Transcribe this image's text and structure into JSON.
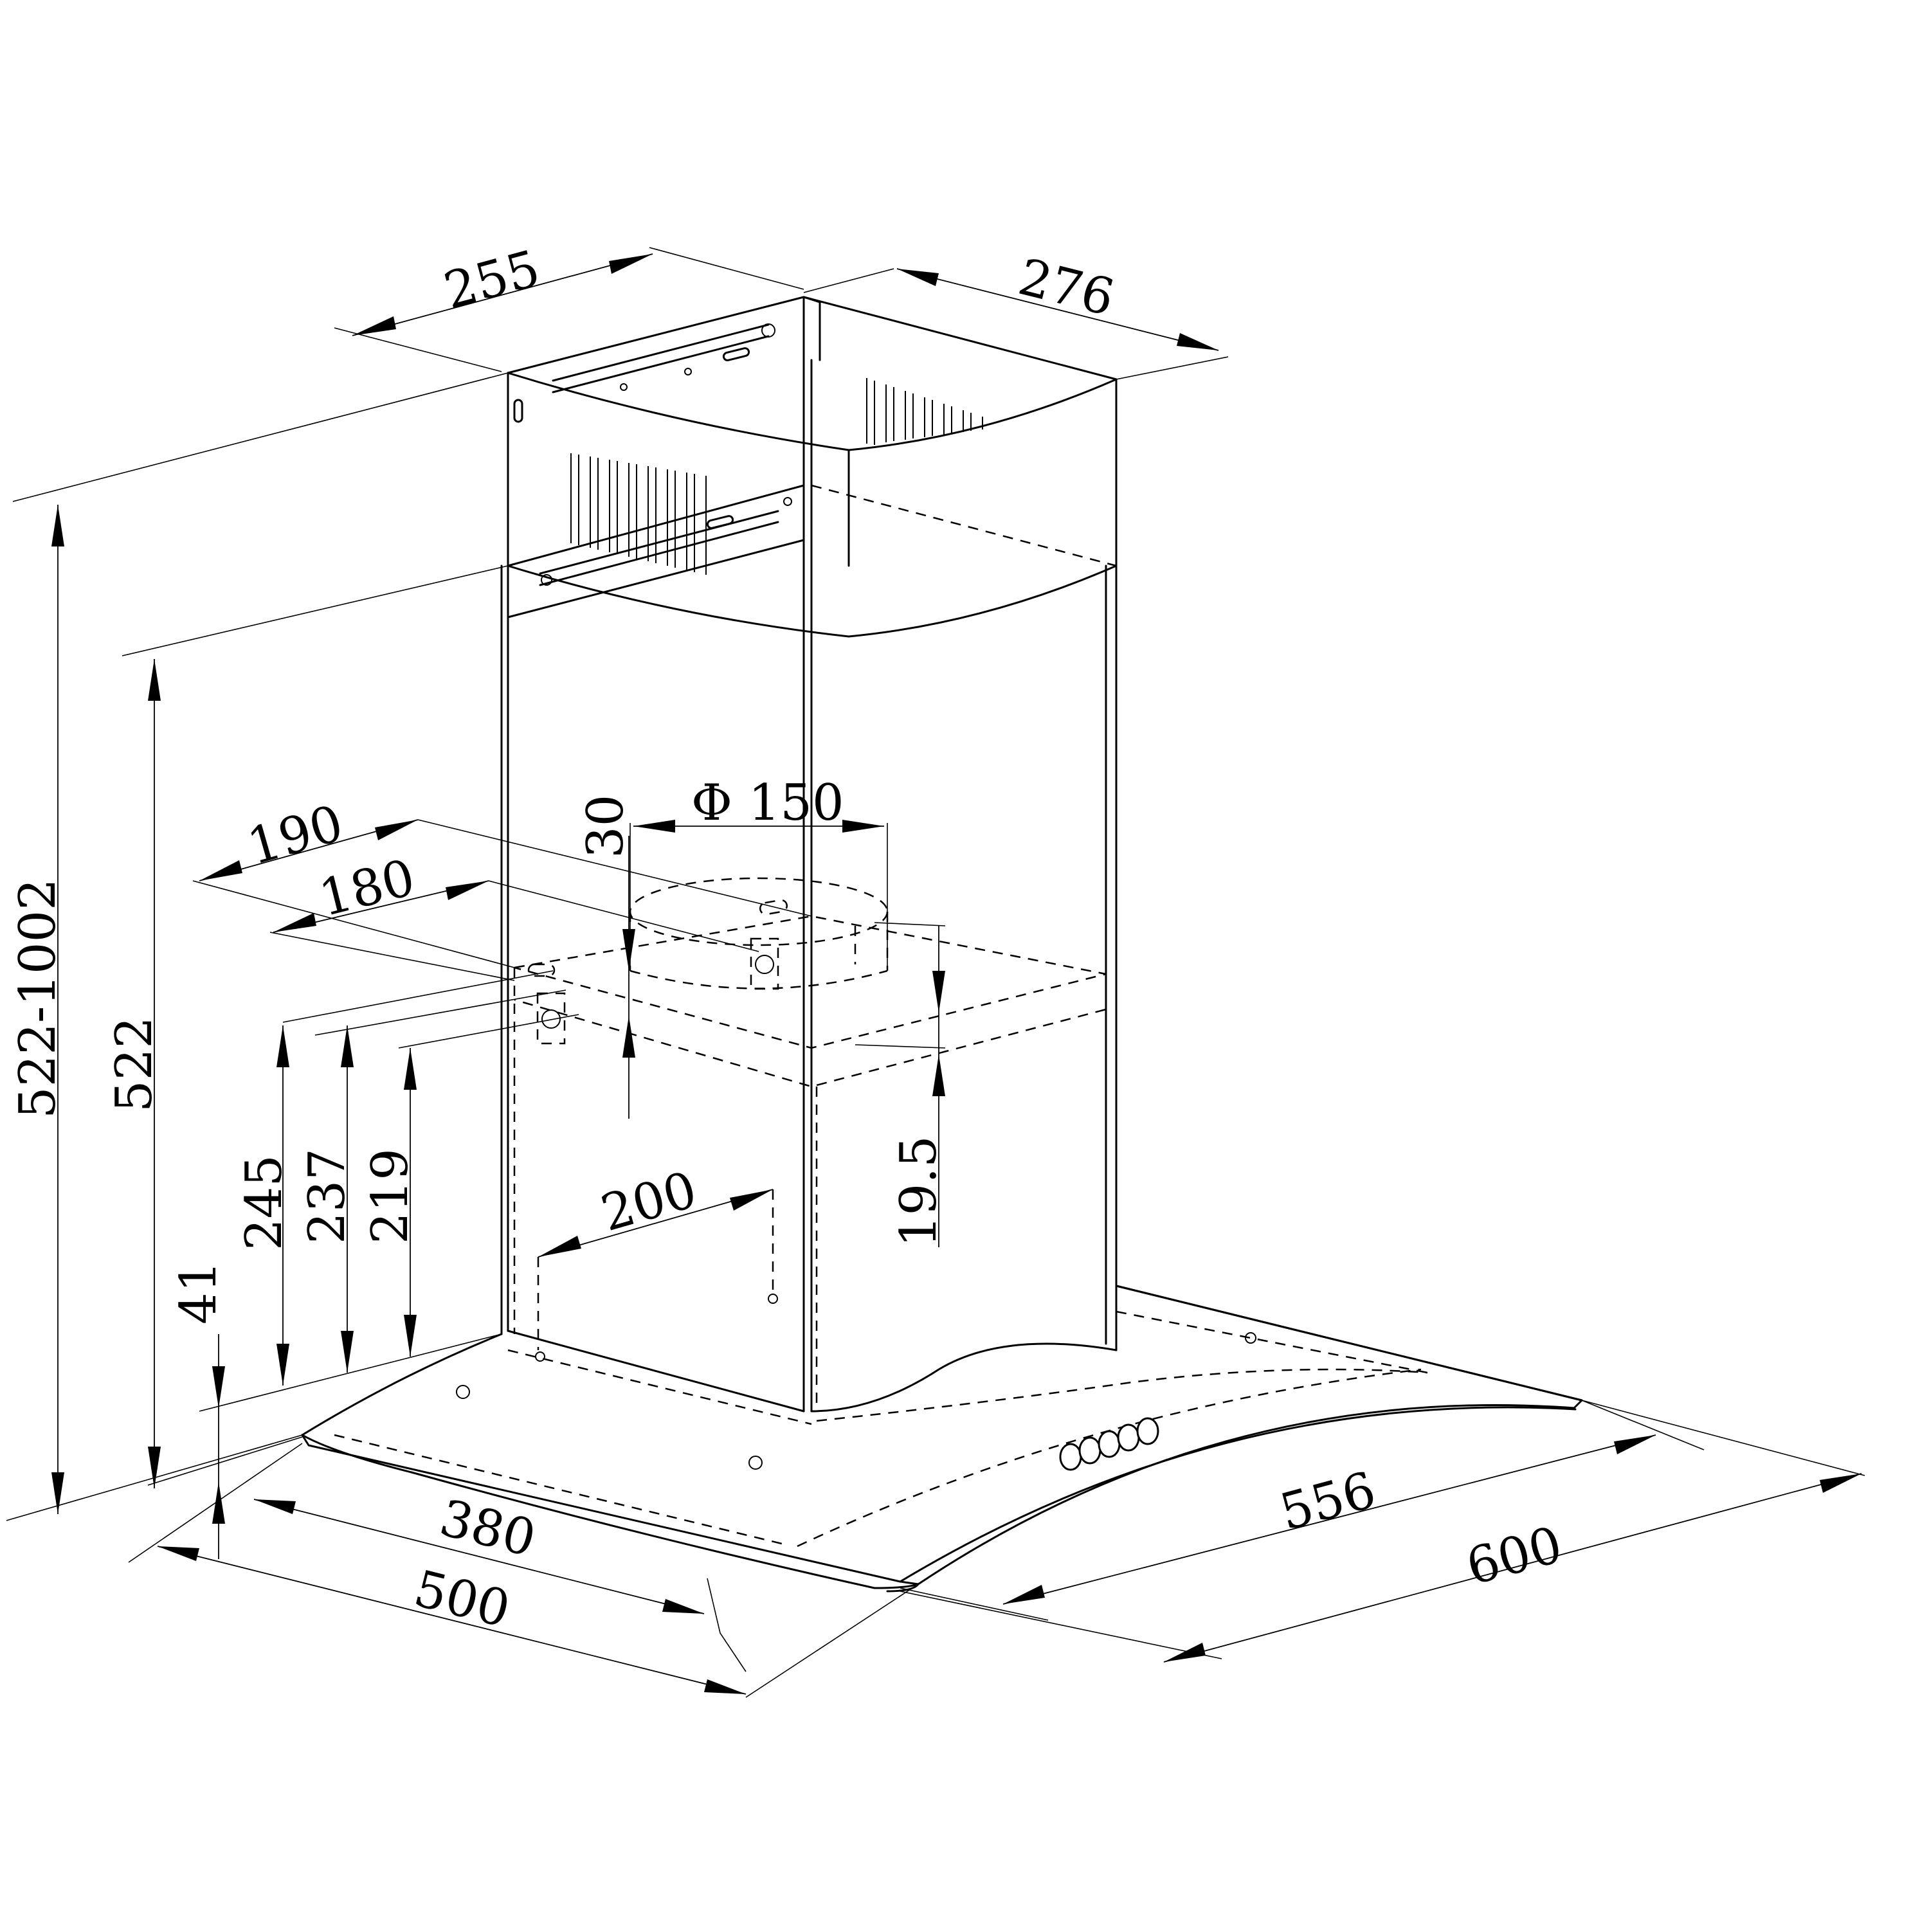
{
  "diagram": {
    "dimensions": {
      "chimney_width": "255",
      "chimney_depth": "276",
      "outlet_offset_190": "190",
      "outlet_offset_180": "180",
      "outlet_diameter": "Φ 150",
      "outlet_height": "30",
      "bracket_spacing": "19.5",
      "screw_spacing": "200",
      "total_height_range": "522-1002",
      "lower_chimney_height": "522",
      "height_245": "245",
      "height_237": "237",
      "height_219": "219",
      "canopy_thickness": "41",
      "depth_380": "380",
      "depth_500": "500",
      "width_556": "556",
      "width_600": "600"
    }
  }
}
